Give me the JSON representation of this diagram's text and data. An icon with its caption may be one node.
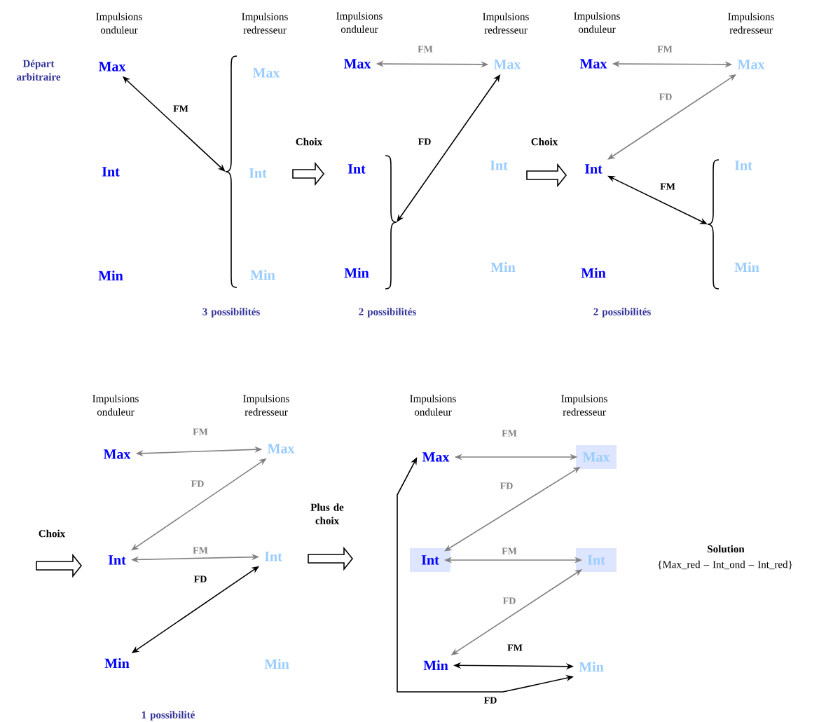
{
  "diagram": {
    "nodes": [
      {
        "text": [
          "Max"
        ]
      },
      {
        "text": [
          "Int"
        ]
      },
      {
        "text": [
          "Min"
        ]
      },
      {
        "text": [],
        "shape": "brace"
      },
      {
        "text": [
          "Max"
        ]
      },
      {
        "text": [
          "Int"
        ]
      },
      {
        "text": [
          "Min"
        ]
      },
      {
        "text": [
          "Max"
        ]
      },
      {
        "text": [
          "Int"
        ]
      },
      {
        "text": [
          "Min"
        ]
      },
      {
        "text": [],
        "shape": "brace"
      },
      {
        "text": [
          "Max"
        ]
      },
      {
        "text": [
          "Int"
        ]
      },
      {
        "text": [
          "Min"
        ]
      },
      {
        "text": [
          "Max"
        ]
      },
      {
        "text": [
          "Int"
        ]
      },
      {
        "text": [
          "Min"
        ]
      },
      {
        "text": [
          "Max"
        ]
      },
      {
        "text": [],
        "shape": "brace"
      },
      {
        "text": [
          "Int"
        ]
      },
      {
        "text": [
          "Min"
        ]
      },
      {
        "text": [
          "Max"
        ]
      },
      {
        "text": [
          "Int"
        ]
      },
      {
        "text": [
          "Min"
        ]
      },
      {
        "text": [
          "Max"
        ]
      },
      {
        "text": [
          "Int"
        ]
      },
      {
        "text": [
          "Min"
        ]
      },
      {
        "text": [
          "Max"
        ]
      },
      {
        "text": [
          "Int"
        ]
      },
      {
        "text": [
          "Min"
        ]
      },
      {
        "text": [
          "Max"
        ]
      },
      {
        "text": [
          "Int"
        ]
      },
      {
        "text": [
          "Min"
        ]
      }
    ],
    "edges": [
      {
        "from": 0,
        "to": 3,
        "arrow": "both",
        "label": "FM",
        "color": "#000000"
      },
      {
        "from": 7,
        "to": 11,
        "arrow": "both",
        "label": "FM"
      },
      {
        "from": 10,
        "to": 11,
        "arrow": "both",
        "label": "FD",
        "color": "#000000"
      },
      {
        "from": 14,
        "to": 17,
        "arrow": "both",
        "label": "FM"
      },
      {
        "from": 17,
        "to": 15,
        "arrow": "both",
        "label": "FD"
      },
      {
        "from": 15,
        "to": 18,
        "arrow": "both",
        "label": "FM",
        "color": "#000000"
      },
      {
        "from": 21,
        "to": 24,
        "arrow": "both",
        "label": "FM"
      },
      {
        "from": 24,
        "to": 22,
        "arrow": "both",
        "label": "FD"
      },
      {
        "from": 22,
        "to": 25,
        "arrow": "both",
        "label": "FM"
      },
      {
        "from": 25,
        "to": 23,
        "arrow": "both",
        "label": "FD",
        "color": "#000000"
      },
      {
        "from": 27,
        "to": 30,
        "arrow": "both",
        "label": "FM"
      },
      {
        "from": 30,
        "to": 28,
        "arrow": "both",
        "label": "FD"
      },
      {
        "from": 28,
        "to": 31,
        "arrow": "both",
        "label": "FM"
      },
      {
        "from": 31,
        "to": 29,
        "arrow": "both",
        "label": "FD"
      },
      {
        "from": 29,
        "to": 32,
        "arrow": "both",
        "label": "FM",
        "color": "#000000"
      },
      {
        "from": 32,
        "to": 27,
        "arrow": "both",
        "label": "FD",
        "color": "#000000"
      }
    ],
    "labels": [
      "Impulsions onduleur",
      "Impulsions redresseur",
      "Impulsions onduleur",
      "Impulsions redresseur",
      "Impulsions onduleur",
      "Impulsions redresseur",
      "Départ arbitraire",
      "Choix",
      "Choix",
      "3 possibilités",
      "2 possibilités",
      "2 possibilités",
      "Impulsions onduleur",
      "Impulsions redresseur",
      "Impulsions onduleur",
      "Impulsions redresseur",
      "Choix",
      "Plus de choix",
      "Solution",
      "{Max_red – Int_ond – Int_red}",
      "1 possibilité"
    ]
  }
}
